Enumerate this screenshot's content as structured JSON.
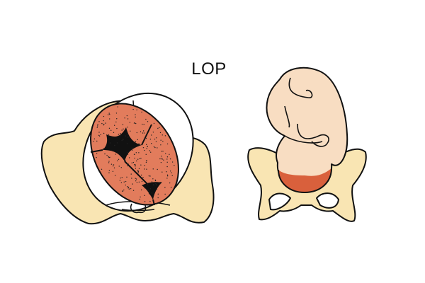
{
  "title": "LOP",
  "colors": {
    "bone": "#f9e5b3",
    "head": "#e27c5c",
    "fontanelle": "#111111",
    "skin": "#f8ddc2",
    "hair": "#d9603c",
    "outline": "#111111"
  },
  "figures": [
    {
      "name": "pelvic-inlet-view-with-fetal-head",
      "icon": "pelvis-top-view"
    },
    {
      "name": "fetus-in-pelvis-front-view",
      "icon": "fetus-pelvis"
    }
  ]
}
